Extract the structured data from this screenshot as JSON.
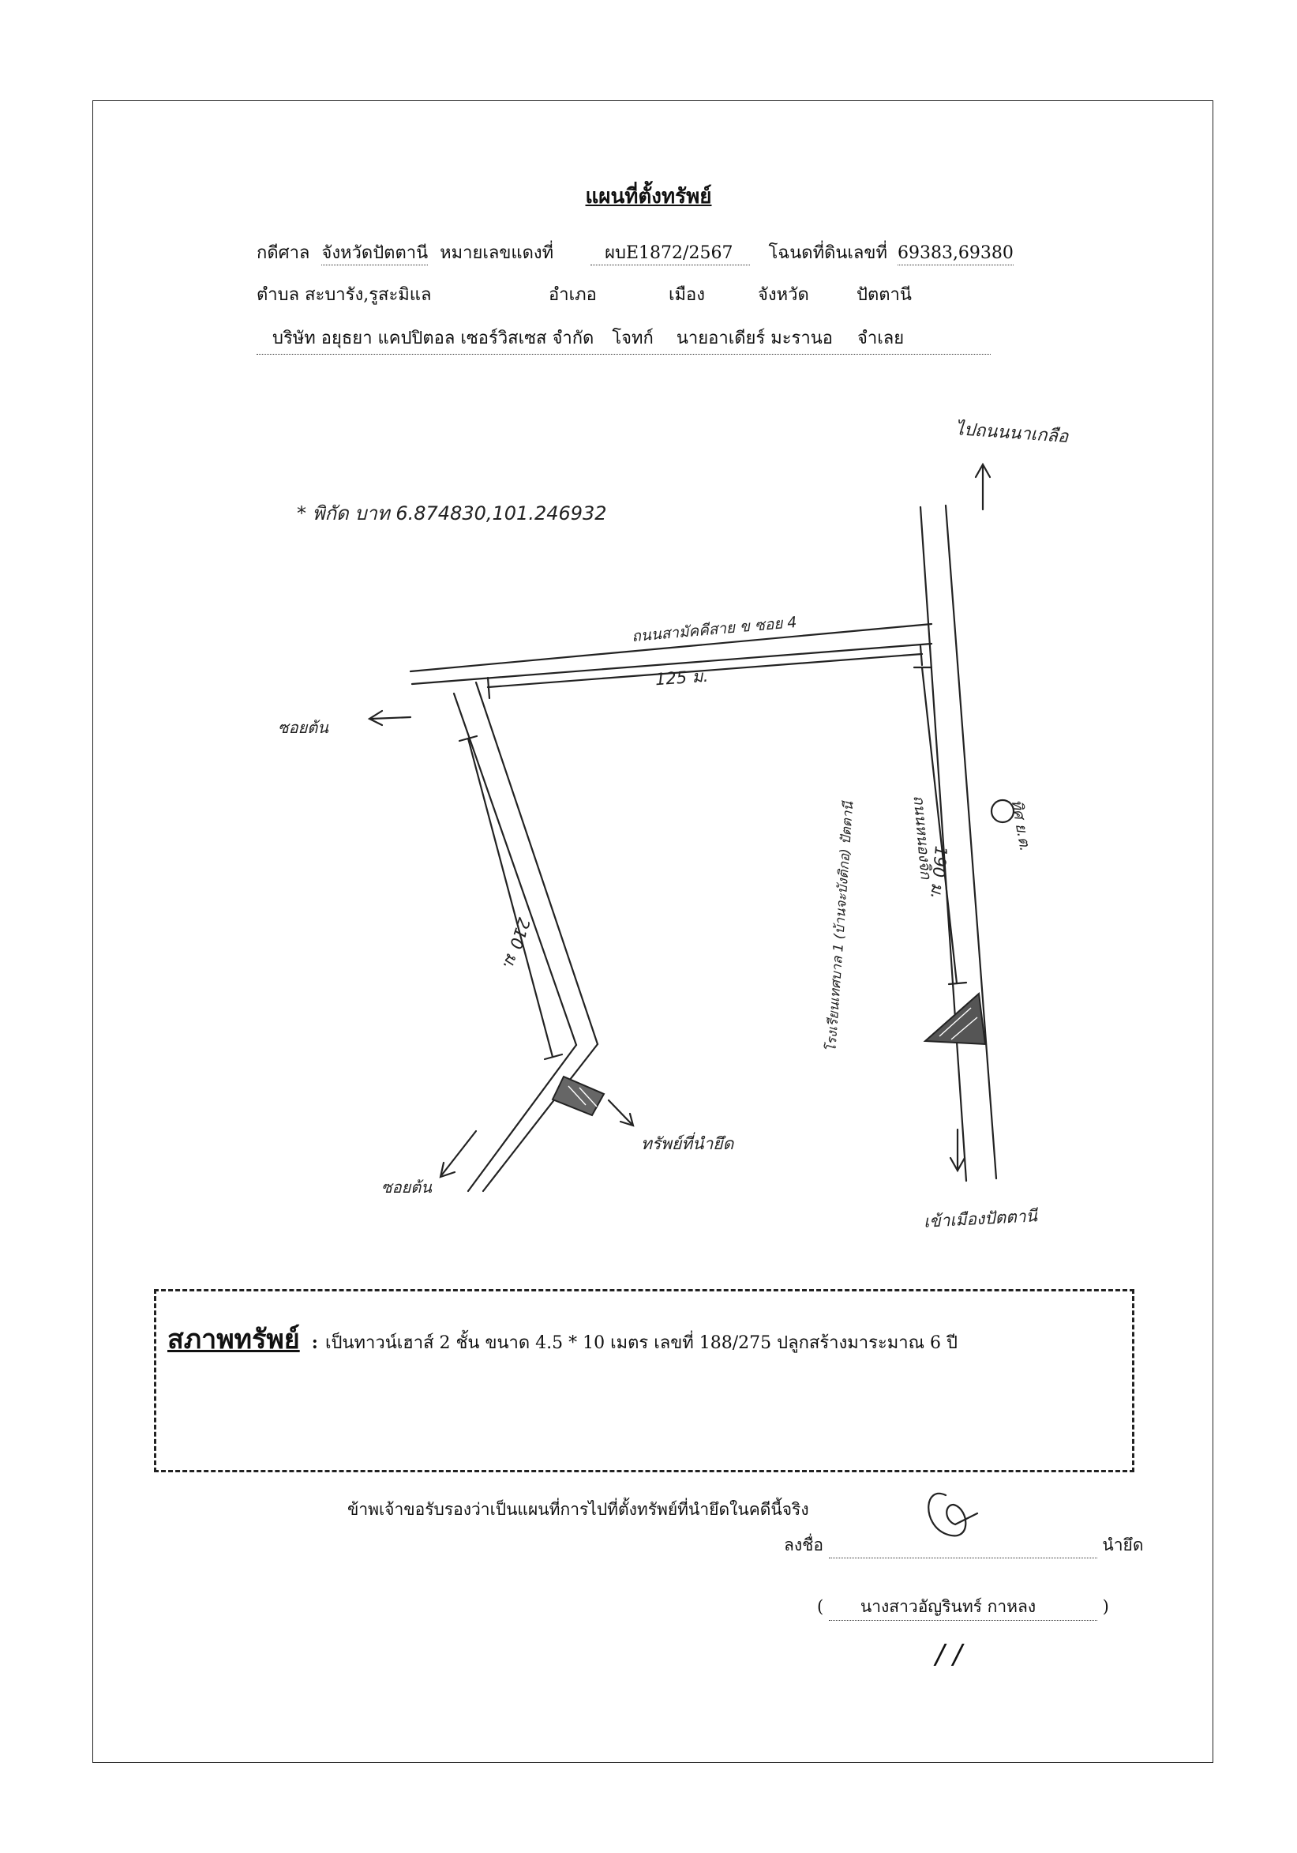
{
  "title": "แผนที่ตั้งทรัพย์",
  "header": {
    "court_label": "กดีศาล",
    "court_value": "จังหวัดปัตตานี",
    "case_label": "หมายเลขแดงที่",
    "case_value": "ผบE1872/2567",
    "deed_label": "โฉนดที่ดินเลขที่",
    "deed_value": "69383,69380",
    "tambon_label": "ตำบล",
    "tambon_value": "สะบารัง,รูสะมิแล",
    "amphoe_label": "อำเภอ",
    "amphoe_value": "เมือง",
    "province_label": "จังหวัด",
    "province_value": "ปัตตานี",
    "company": "บริษัท อยุธยา แคปปิตอล เซอร์วิสเซส จำกัด",
    "plaintiff_label": "โจทก์",
    "defendant": "นายอาเดียร์ มะรานอ",
    "defendant_label": "จำเลย"
  },
  "map": {
    "coordinates_note": "* พิกัด บาท 6.874830,101.246932",
    "to_north": "ไปถนนนาเกลือ",
    "road_top": "ถนนสามัคคีสาย ข ซอย 4",
    "dist_top": "125 ม.",
    "road_right": "ถนนหนองจิก",
    "dist_right": "190 ม.",
    "dist_left": "210 ม.",
    "school": "โรงเรียนเทศบาล 1 (บ้านจะบังติกอ) ปัตตานี",
    "to_left_top": "ซอยต้น",
    "to_left_bottom": "ซอยต้น",
    "to_south": "เข้าเมืองปัตตานี",
    "property": "ทรัพย์ที่นำยึด",
    "north_note": "ทิศ ย.ต."
  },
  "condition": {
    "label": "สภาพทรัพย์",
    "colon": ":",
    "text": "เป็นทาวน์เฮาส์ 2 ชั้น ขนาด 4.5 * 10 เมตร เลขที่ 188/275 ปลูกสร้างมาระมาณ 6 ปี"
  },
  "certify": "ข้าพเจ้าขอรับรองว่าเป็นแผนที่การไปที่ตั้งทรัพย์ที่นำยึดในคดีนี้จริง",
  "signature": {
    "sign_label": "ลงชื่อ",
    "role": "นำยึด",
    "name": "นางสาวอัญรินทร์ กาหลง",
    "open_paren": "(",
    "close_paren": ")",
    "date": "/ /"
  }
}
